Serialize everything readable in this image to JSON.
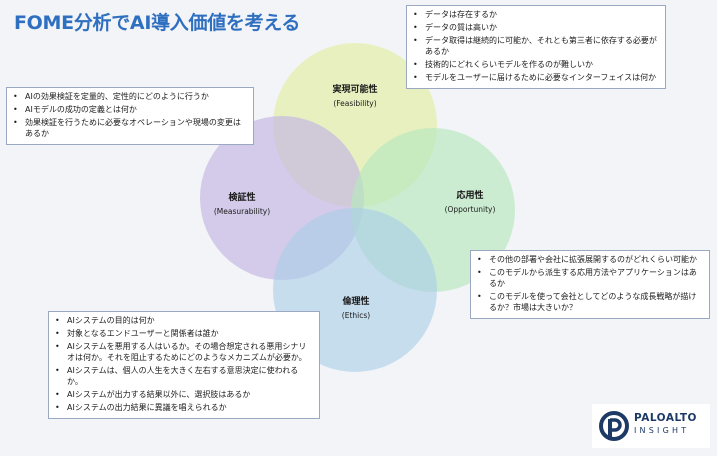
{
  "title": "FOME分析でAI導入価値を考える",
  "circles": {
    "feasibility": {
      "jp": "実現可能性",
      "en": "(Feasibility)",
      "color": "#e6efae"
    },
    "measurability": {
      "jp": "検証性",
      "en": "(Measurability)",
      "color": "#c4b9e2"
    },
    "opportunity": {
      "jp": "応用性",
      "en": "(Opportunity)",
      "color": "#b5e8bd"
    },
    "ethics": {
      "jp": "倫理性",
      "en": "(Ethics)",
      "color": "#a9cde8"
    }
  },
  "callouts": {
    "top": [
      "データは存在するか",
      "データの質は高いか",
      "データ取得は継続的に可能か、それとも第三者に依存する必要があるか",
      "技術的にどれくらいモデルを作るのが難しいか",
      "モデルをユーザーに届けるために必要なインターフェイスは何か"
    ],
    "left": [
      "AIの効果検証を定量的、定性的にどのように行うか",
      "AIモデルの成功の定義とは何か",
      "効果検証を行うために必要なオペレーションや現場の変更はあるか"
    ],
    "right": [
      "その他の部署や会社に拡張展開するのがどれくらい可能か",
      "このモデルから派生する応用方法やアプリケーションはあるか",
      "このモデルを使って会社としてどのような成長戦略が描けるか？市場は大きいか？"
    ],
    "bottom": [
      "AIシステムの目的は何か",
      "対象となるエンドユーザーと関係者は誰か",
      "AIシステムを悪用する人はいるか。その場合想定される悪用シナリオは何か。それを阻止するためにどのようなメカニズムが必要か。",
      "AIシステムは、個人の人生を大きく左右する意思決定に使われるか。",
      "AIシステムが出力する結果以外に、選択肢はあるか",
      "AIシステムの出力結果に異議を唱えられるか"
    ]
  },
  "logo": {
    "line1": "PALOALTO",
    "line2": "INSIGHT",
    "color": "#1d3a66"
  },
  "colors": {
    "title": "#2f6fc0",
    "border": "#9aa8c2",
    "background": "#f3f4f7"
  }
}
